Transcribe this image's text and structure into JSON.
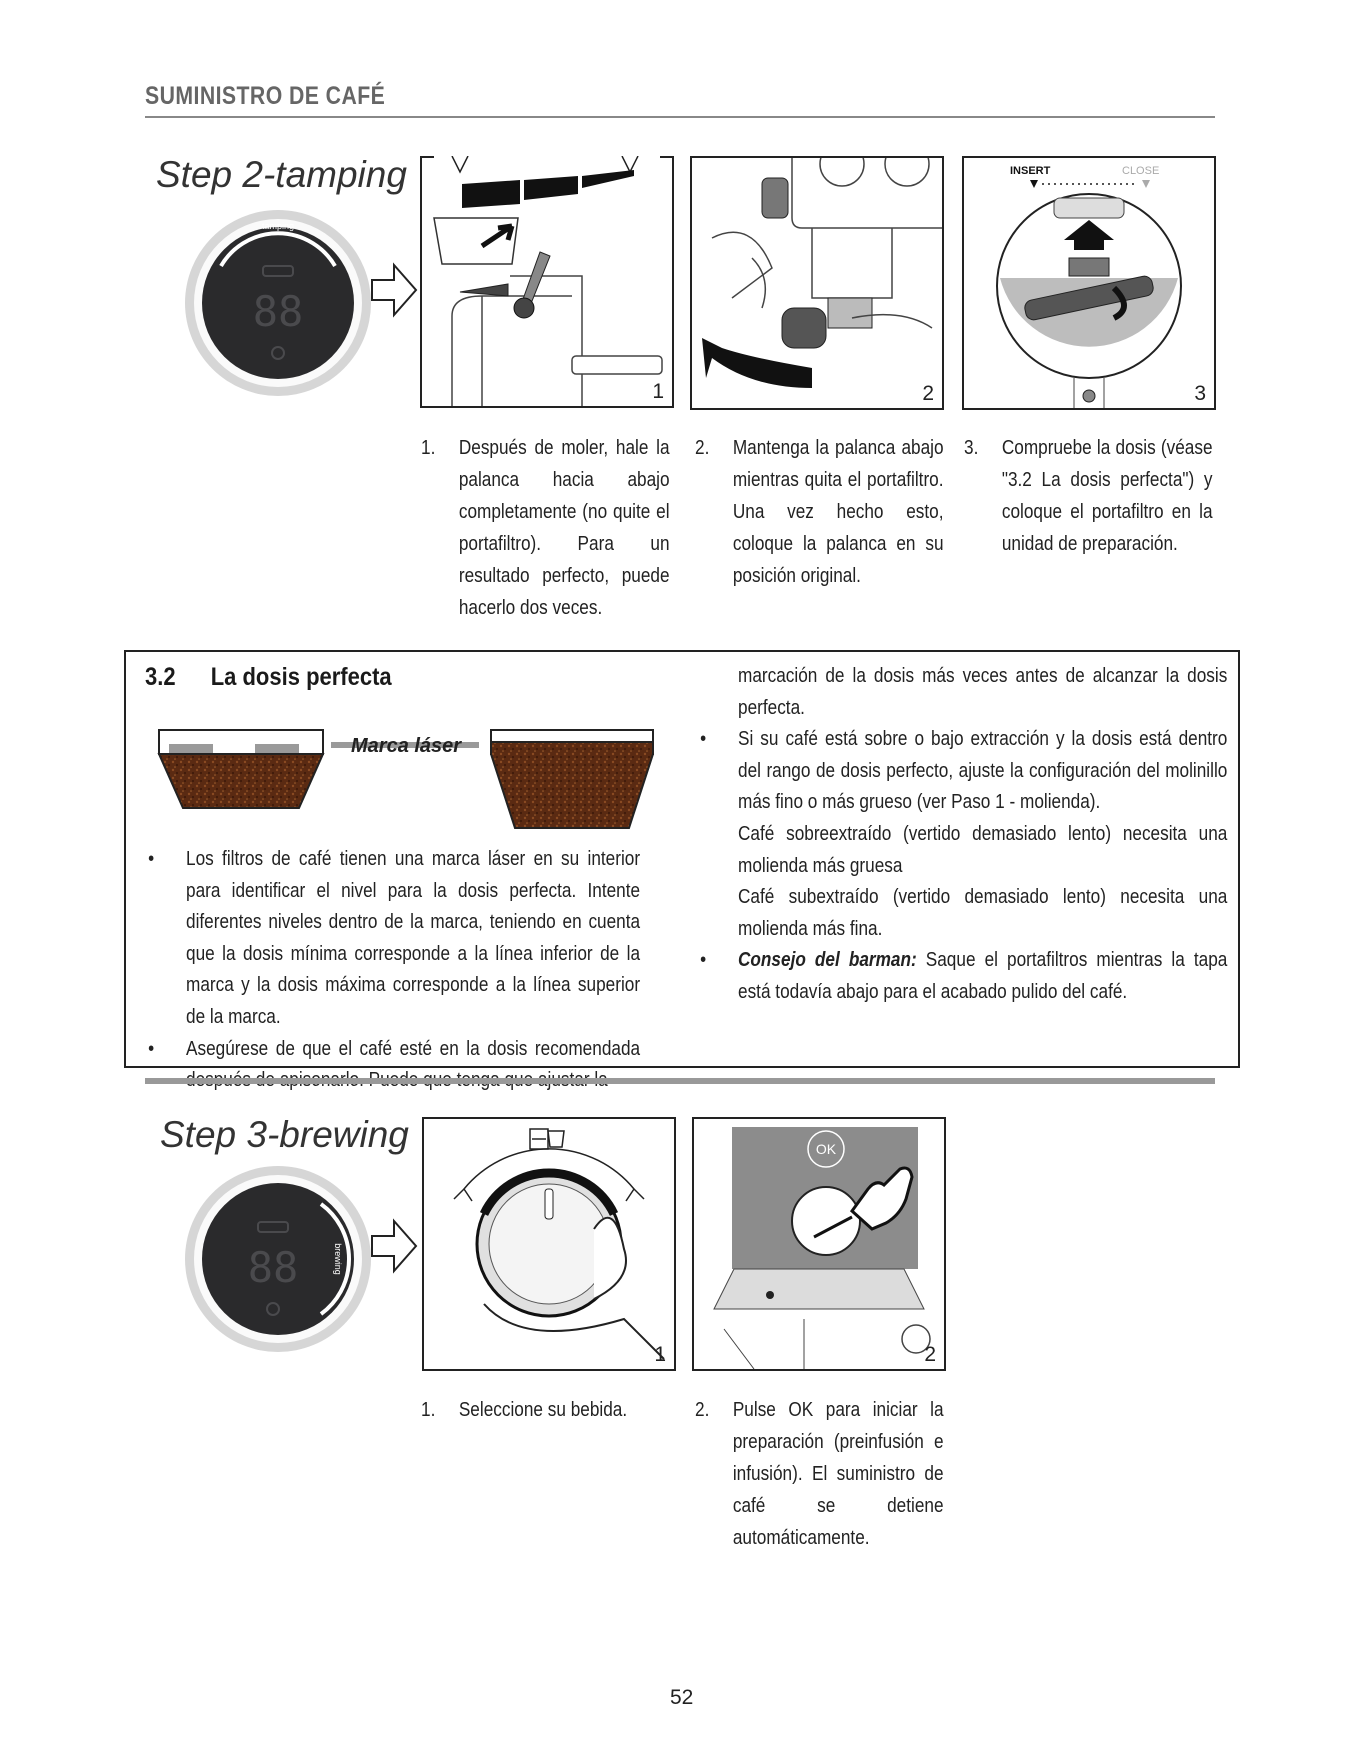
{
  "header": {
    "title": "SUMINISTRO DE CAFÉ"
  },
  "step2": {
    "title": "Step 2-tamping",
    "dial_label": "tamping",
    "panels": [
      {
        "number": "1",
        "text_number": "1.",
        "text": "Después de moler, hale la palanca hacia abajo completamente (no quite el portafiltro). Para un resultado perfecto, puede hacerlo dos veces."
      },
      {
        "number": "2",
        "text_number": "2.",
        "text": "Mantenga la palanca abajo mientras quita el portafiltro. Una vez hecho esto, coloque la palanca en su posición original."
      },
      {
        "number": "3",
        "text_number": "3.",
        "text": "Compruebe la dosis (véase \"3.2 La dosis perfecta\") y coloque el portafiltro en la unidad de preparación."
      }
    ],
    "panel3_labels": {
      "insert": "INSERT",
      "close": "CLOSE"
    }
  },
  "dose_box": {
    "section_number": "3.2",
    "title": "La dosis perfecta",
    "laser_label": "Marca láser",
    "left_bullets": [
      "Los filtros de café tienen una marca láser en su interior para identificar el nivel para la dosis perfecta. Intente diferentes niveles dentro de la marca, teniendo en cuenta que la dosis mínima corresponde a la línea inferior de la marca y la dosis máxima corresponde a la línea superior de la marca.",
      "Asegúrese de que el café esté en la dosis recomendada después de apisonarlo. Puede que tenga que ajustar la"
    ],
    "right_continuation": "marcación de la dosis más veces antes de alcanzar la dosis perfecta.",
    "right_bullet1": "Si su café está sobre o bajo extracción y la dosis está dentro del rango de dosis perfecto, ajuste la configuración del molinillo más fino o más grueso (ver Paso 1 - molienda).",
    "right_over": "Café sobreextraído (vertido demasiado lento) necesita una molienda más gruesa",
    "right_under": "Café subextraído (vertido demasiado lento) necesita una molienda más fina.",
    "tip_label": "Consejo del barman:",
    "tip_text": " Saque el portafiltros mientras la tapa está todavía abajo para el acabado pulido del café."
  },
  "step3": {
    "title": "Step 3-brewing",
    "dial_label": "brewing",
    "ok_label": "OK",
    "panels": [
      {
        "number": "1",
        "text_number": "1.",
        "text": "Seleccione su bebida."
      },
      {
        "number": "2",
        "text_number": "2.",
        "text": "Pulse OK para iniciar la preparación (preinfusión e infusión). El suministro de café se detiene automáticamente."
      }
    ]
  },
  "footer": {
    "page_number": "52"
  },
  "colors": {
    "accent_gray": "#888888",
    "coffee": "#5a2a12",
    "laser_mark": "#9a9a9a"
  }
}
